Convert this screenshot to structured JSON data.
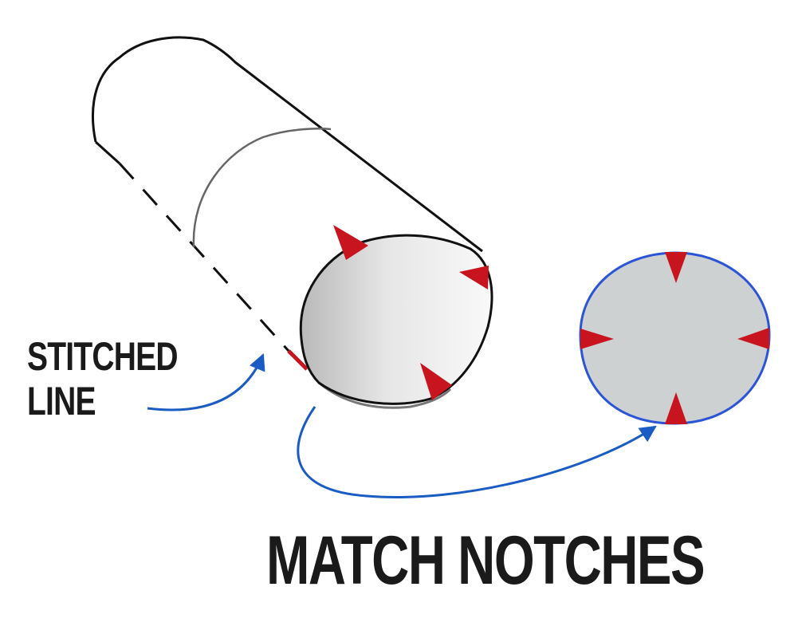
{
  "labels": {
    "stitched_line_1": "STITCHED",
    "stitched_line_2": "LINE",
    "match_notches": "MATCH NOTCHES"
  },
  "colors": {
    "outline": "#111111",
    "seam_guide": "#666666",
    "notch": "#c8141e",
    "arrow": "#1a5bc4",
    "flat_piece_fill": "#cdd1d2",
    "flat_piece_outline": "#2b55d6",
    "end_cap_light": "#f7f7f7",
    "end_cap_dark": "#b9b9b9",
    "label_text": "#1a1a1a"
  }
}
